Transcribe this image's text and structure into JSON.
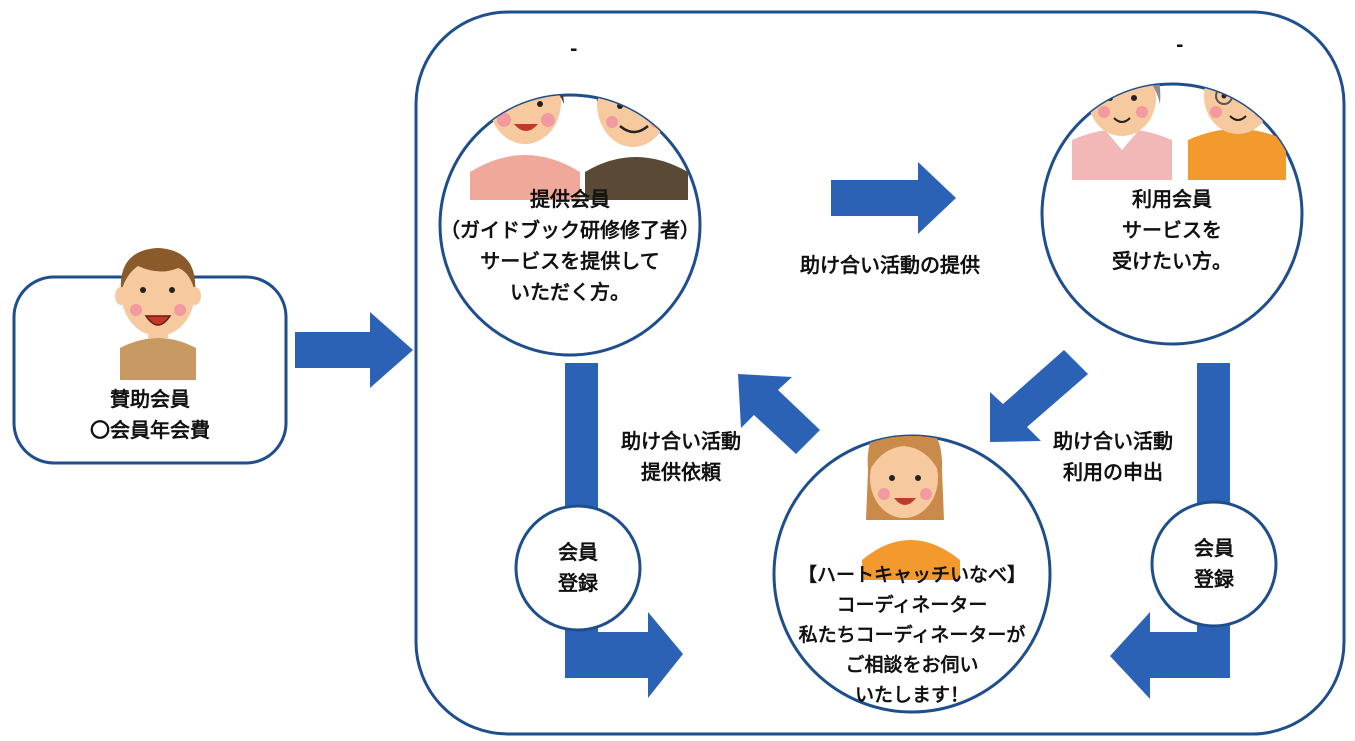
{
  "sponsor": {
    "line1": "賛助会員",
    "line2": "〇会員年会費"
  },
  "provider": {
    "title": "提供会員",
    "line2": "（ガイドブック研修修了者）",
    "line3": "サービスを提供して",
    "line4": "いただく方。",
    "pair_dash": "-"
  },
  "user": {
    "title": "利用会員",
    "line2": "サービスを",
    "line3": "受けたい方。",
    "pair_dash": "-"
  },
  "flow_top": "助け合い活動の提供",
  "request": {
    "line1": "助け合い活動",
    "line2": "提供依頼"
  },
  "application": {
    "line1": "助け合い活動",
    "line2": "利用の申出"
  },
  "register_left": {
    "line1": "会員",
    "line2": "登録"
  },
  "register_right": {
    "line1": "会員",
    "line2": "登録"
  },
  "coordinator": {
    "line1": "【ハートキャッチいなべ】",
    "line2": "コーディネーター",
    "line3": "私たちコーディネーターが",
    "line4": "ご相談をお伺い",
    "line5": "いたします！"
  },
  "colors": {
    "outline": "#1f4e8c",
    "arrow": "#2c62b6",
    "skin": "#f7c99e",
    "cheek": "#f29aa0"
  }
}
